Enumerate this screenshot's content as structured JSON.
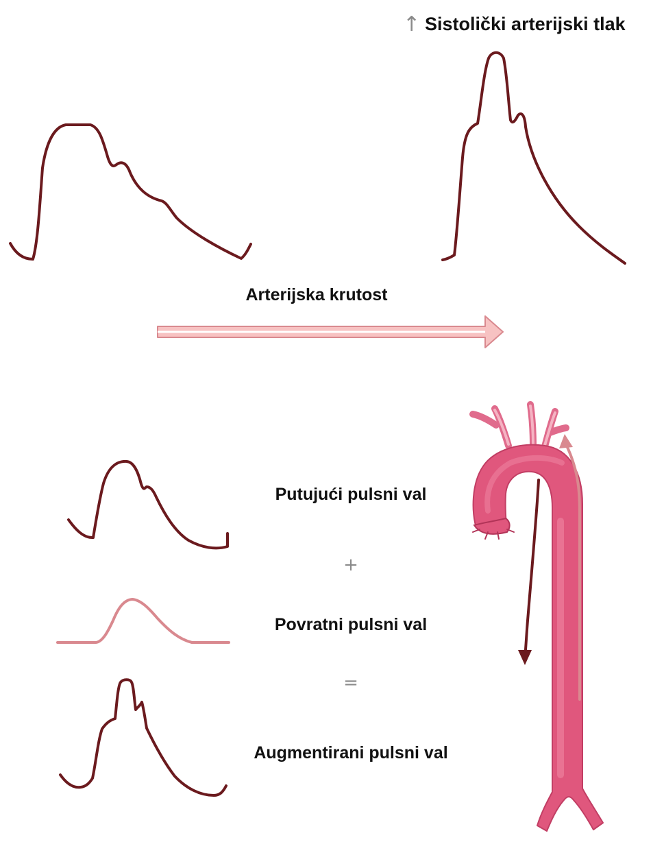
{
  "labels": {
    "systolic_arrow": "↑",
    "systolic": "Sistolički arterijski tlak",
    "stiffness": "Arterijska krutost",
    "forward_wave": "Putujući pulsni val",
    "plus": "+",
    "reflected_wave": "Povratni pulsni val",
    "equals": "=",
    "augmented_wave": "Augmentirani pulsni val"
  },
  "colors": {
    "wave": "#6b1a1e",
    "reflected_wave": "#d9898f",
    "aorta": "#e0577d",
    "aorta_dark": "#c23e64",
    "arrow_fill": "#f7c2c2",
    "arrow_stroke": "#d9898f"
  },
  "icons": {
    "aorta": "aorta-illustration",
    "stiffness_arrow": "double-line-right-arrow"
  }
}
